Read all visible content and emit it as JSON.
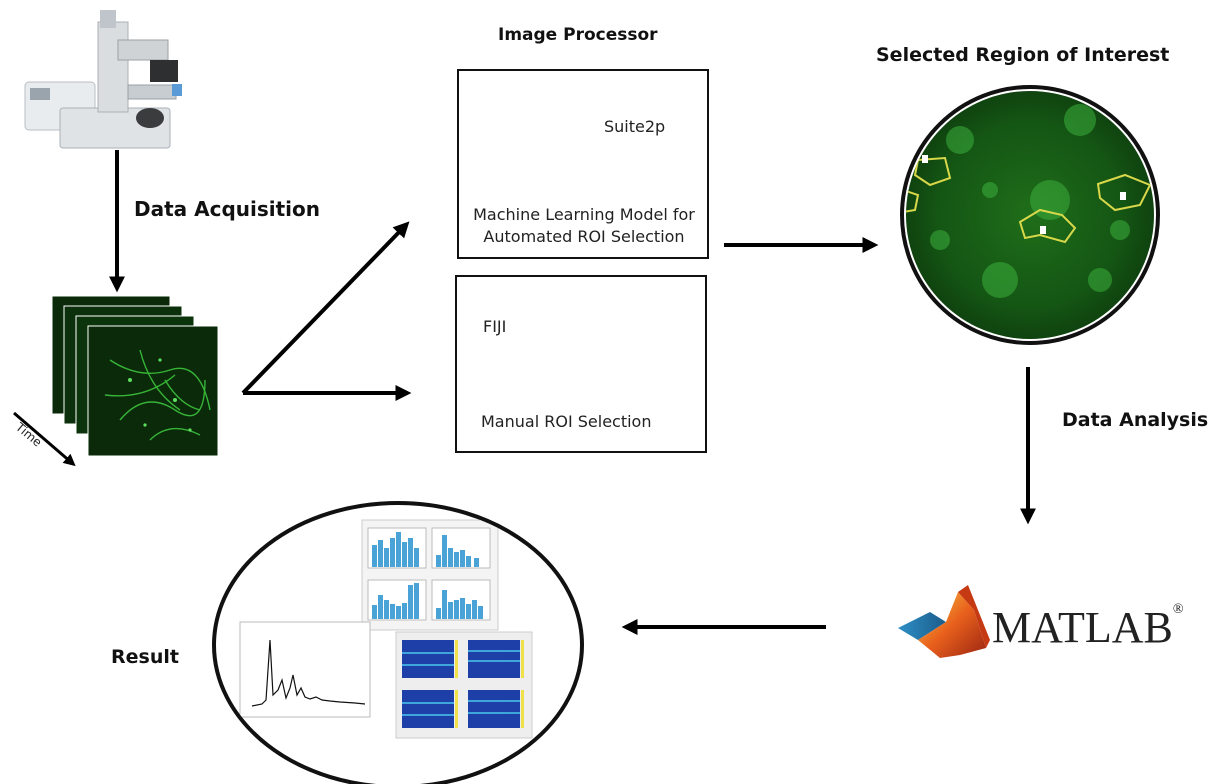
{
  "stages": {
    "acquisition_label": "Data Acquisition",
    "time_label": "Time",
    "processor_title": "Image Processor",
    "suite2p_label": "Suite2p",
    "ml_caption_line1": "Machine Learning Model for",
    "ml_caption_line2": "Automated ROI Selection",
    "fiji_label": "FIJI",
    "manual_caption": "Manual ROI Selection",
    "roi_title": "Selected Region of Interest",
    "analysis_label": "Data Analysis",
    "matlab_label": "MATLAB",
    "matlab_mark": "®",
    "result_label": "Result"
  },
  "colors": {
    "arrow": "#000000",
    "fluorescence": "#1f7a1f",
    "roi_outline": "#d8d84a",
    "fiji_blue": "#6aa9e3",
    "peapod_green": "#3c9a2e",
    "histogram_bar": "#4aa3d6"
  }
}
